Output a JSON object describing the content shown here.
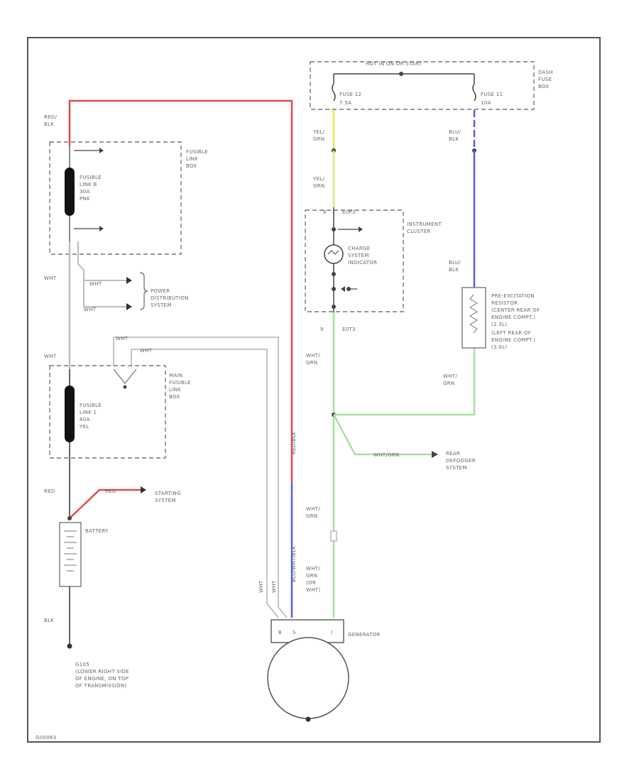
{
  "diagram": {
    "hot_label": "HOT IN ON OR START",
    "dash_fuse_box": [
      "DASH",
      "FUSE",
      "BOX"
    ],
    "fuse12": [
      "FUSE 12",
      "7.5A"
    ],
    "fuse11": [
      "FUSE 11",
      "10A"
    ],
    "fusible_link_box": [
      "FUSIBLE",
      "LINK",
      "BOX"
    ],
    "fusible_link_b": [
      "FUSIBLE",
      "LINK B",
      "30A",
      "PNK"
    ],
    "main_fusible_link_box": [
      "MAIN",
      "FUSIBLE",
      "LINK",
      "BOX"
    ],
    "fusible_link_1": [
      "FUSIBLE",
      "LINK 1",
      "80A",
      "YEL"
    ],
    "power_distribution": [
      "POWER",
      "DISTRIBUTION",
      "SYSTEM"
    ],
    "instrument_cluster": [
      "INSTRUMENT",
      "CLUSTER"
    ],
    "charge_indicator": [
      "CHARGE",
      "SYSTEM",
      "INDICATOR"
    ],
    "pre_excitation": [
      "PRE-EXCITATION",
      "RESISTOR",
      "(CENTER REAR OF",
      "ENGINE COMPT.)",
      "(2.3L)",
      "(LEFT REAR OF",
      "ENGINE COMPT.)",
      "(3.0L)"
    ],
    "rear_defogger": [
      "REAR",
      "DEFOGGER",
      "SYSTEM"
    ],
    "starting_system": [
      "STARTING",
      "SYSTEM"
    ],
    "battery": "BATTERY",
    "generator": "GENERATOR",
    "ground": [
      "G105",
      "(LOWER RIGHT SIDE",
      "OF ENGINE, ON TOP",
      "OF TRANSMISSION)"
    ],
    "wires": {
      "red_blk": [
        "RED/",
        "BLK"
      ],
      "yel_grn": [
        "YEL/",
        "GRN"
      ],
      "blu_blk": [
        "BLU/",
        "BLK"
      ],
      "wht": "WHT",
      "wht_grn": [
        "WHT/",
        "GRN"
      ],
      "wht_grn_or_wht": [
        "WHT/",
        "GRN",
        "(OR",
        "WHT)"
      ],
      "wht_grn_inline": "WHT/GRN",
      "blk": "BLK",
      "red": "RED",
      "red_vertical": "RED/BLK",
      "blu_vertical": "BLU/WHT/BLK",
      "wht_vertical1": "WHT",
      "wht_vertical2": "WHT"
    },
    "connectors": {
      "c1": "8",
      "c1_name": "E0P3",
      "c2": "9",
      "c2_name": "E0T3"
    },
    "gen_pins": [
      "B",
      "S",
      "I"
    ],
    "figure_id": "G00063"
  },
  "colors": {
    "red": "#e34a4a",
    "yellow": "#e8e84a",
    "yellow_green": "#d8ec7a",
    "blue": "#5a5ae8",
    "green": "#a8e0a0",
    "grey": "#bdbdbd",
    "dark": "#444444"
  }
}
